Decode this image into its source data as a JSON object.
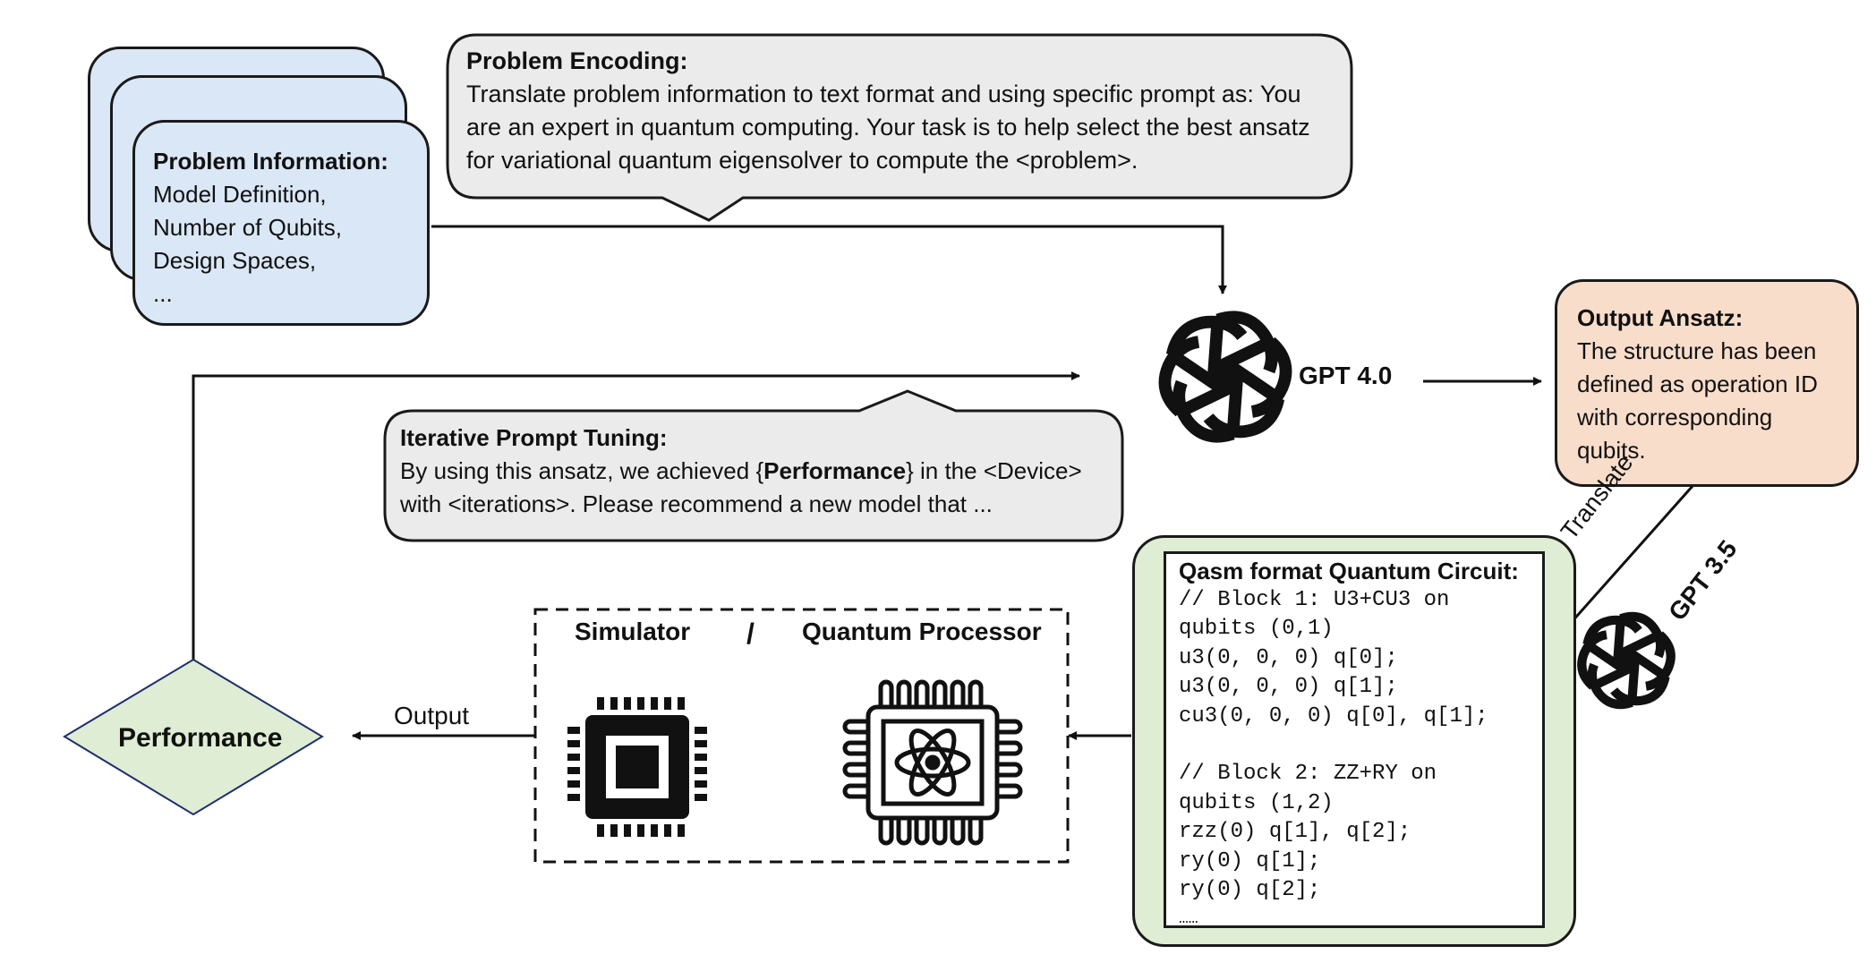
{
  "problem_info": {
    "heading": "Problem Information:",
    "lines": [
      "Model Definition,",
      "Number of Qubits,",
      "Design Spaces,",
      "..."
    ]
  },
  "problem_encoding": {
    "heading": "Problem Encoding:",
    "lines": [
      "Translate problem information to text format and using specific prompt as: You",
      "are an expert in quantum computing. Your task is to help select the best ansatz",
      "for variational quantum eigensolver to compute the <problem>."
    ]
  },
  "gpt4": {
    "label": "GPT 4.0"
  },
  "output_ansatz": {
    "heading": "Output Ansatz:",
    "lines": [
      "The structure has been",
      "defined as operation ID",
      "with corresponding",
      "qubits."
    ]
  },
  "iterative_tuning": {
    "heading": "Iterative Prompt Tuning:",
    "line1_before": "By using this ansatz, we achieved {",
    "line1_bold": "Performance",
    "line1_after": "} in the <Device>",
    "line2": "with <iterations>. Please recommend a new model that ..."
  },
  "translate": {
    "label": "Translate",
    "model": "GPT 3.5"
  },
  "qasm": {
    "heading": "Qasm format Quantum Circuit:",
    "lines": [
      "// Block 1: U3+CU3 on",
      "qubits (0,1)",
      "u3(0, 0, 0) q[0];",
      "u3(0, 0, 0) q[1];",
      "cu3(0, 0, 0) q[0], q[1];",
      "",
      "// Block 2: ZZ+RY on",
      "qubits (1,2)",
      "rzz(0) q[1], q[2];",
      "ry(0) q[1];",
      "ry(0) q[2];",
      "……"
    ]
  },
  "device": {
    "simulator": "Simulator",
    "slash": "/",
    "processor": "Quantum Processor"
  },
  "output_label": "Output",
  "performance": "Performance"
}
